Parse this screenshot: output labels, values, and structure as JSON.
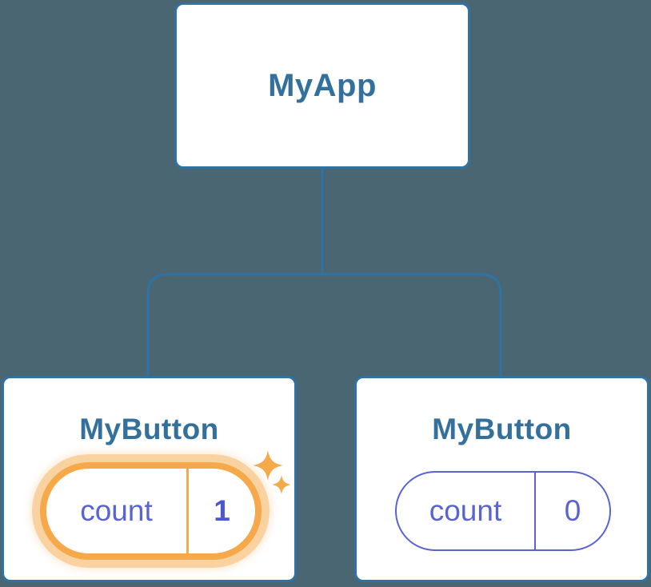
{
  "colors": {
    "bg": "#4b6673",
    "line": "#2e73a3",
    "title": "#33709b",
    "indigo": "#5a63d3",
    "indigo-bold": "#4c56cf",
    "orange": "#f5a94b",
    "card": "#ffffff"
  },
  "tree": {
    "root": {
      "label": "MyApp"
    },
    "children": [
      {
        "label": "MyButton",
        "state": {
          "name": "count",
          "value": "1",
          "highlighted": true
        }
      },
      {
        "label": "MyButton",
        "state": {
          "name": "count",
          "value": "0",
          "highlighted": false
        }
      }
    ]
  },
  "icons": [
    "sparkle-icon-large",
    "sparkle-icon-small"
  ]
}
